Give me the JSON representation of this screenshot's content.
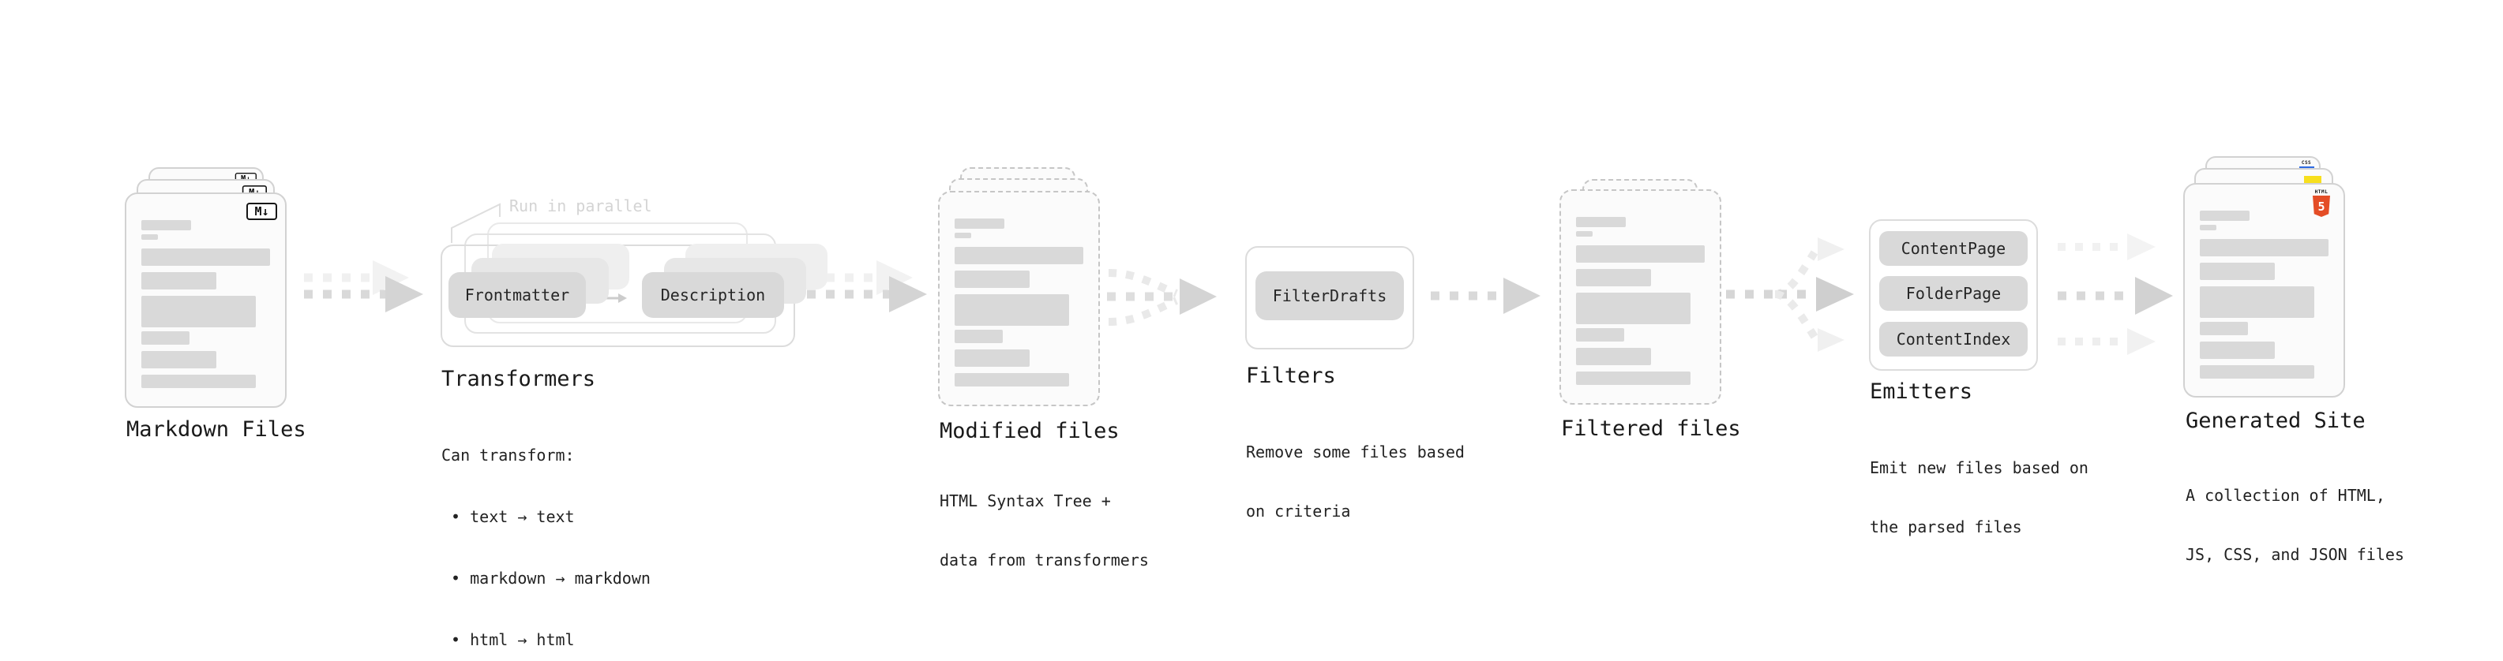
{
  "stations": {
    "markdown_files": {
      "title": "Markdown Files",
      "badge": "M↓"
    },
    "transformers": {
      "title": "Transformers",
      "annotation": "Run in parallel",
      "pill_left": "Frontmatter",
      "pill_right": "Description",
      "details": [
        "Can transform:",
        " • text → text",
        " • markdown → markdown",
        " • html → html"
      ]
    },
    "modified_files": {
      "title": "Modified files",
      "description": [
        "HTML Syntax Tree +",
        "data from transformers"
      ]
    },
    "filters": {
      "title": "Filters",
      "pill": "FilterDrafts",
      "description": [
        "Remove some files based",
        "on criteria"
      ]
    },
    "filtered_files": {
      "title": "Filtered files"
    },
    "emitters": {
      "title": "Emitters",
      "pills": [
        "ContentPage",
        "FolderPage",
        "ContentIndex"
      ],
      "description": [
        "Emit new files based on",
        "the parsed files"
      ]
    },
    "generated_site": {
      "title": "Generated Site",
      "description": [
        "A collection of HTML,",
        "JS, CSS, and JSON files"
      ],
      "badges": {
        "css": "CSS",
        "html_label": "HTML",
        "html_number": "5"
      }
    }
  },
  "colors": {
    "html5_orange": "#e44d26",
    "js_yellow": "#f7df1e",
    "css_blue": "#2d6ae3",
    "pill_bg": "#d9d9d9",
    "skeleton_bar": "#d9d9d9",
    "arrow_main": "#d9d9d9",
    "arrow_faint": "#f0f0f0"
  }
}
